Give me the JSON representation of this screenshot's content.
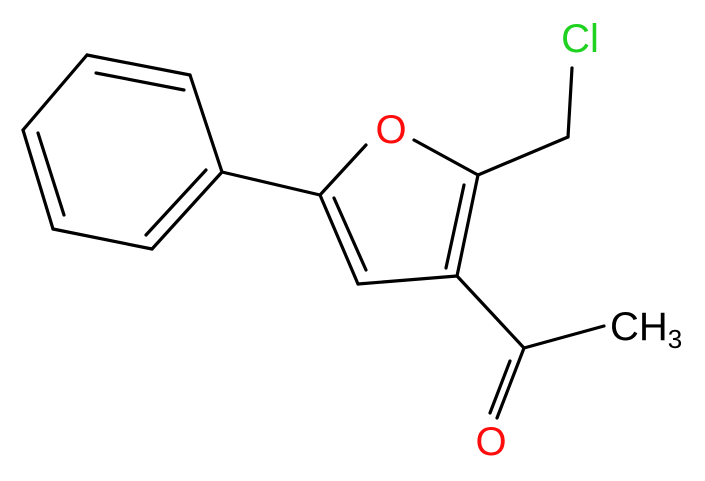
{
  "atoms": {
    "oxygen_ring": {
      "label": "O",
      "color": "#ff0d0d"
    },
    "chlorine": {
      "label": "Cl",
      "color": "#1fd21f"
    },
    "oxygen_carbonyl": {
      "label": "O",
      "color": "#ff0d0d"
    },
    "methyl": {
      "label": "CH",
      "subscript": "3",
      "color": "#000000"
    }
  },
  "bond_color": "#000000"
}
